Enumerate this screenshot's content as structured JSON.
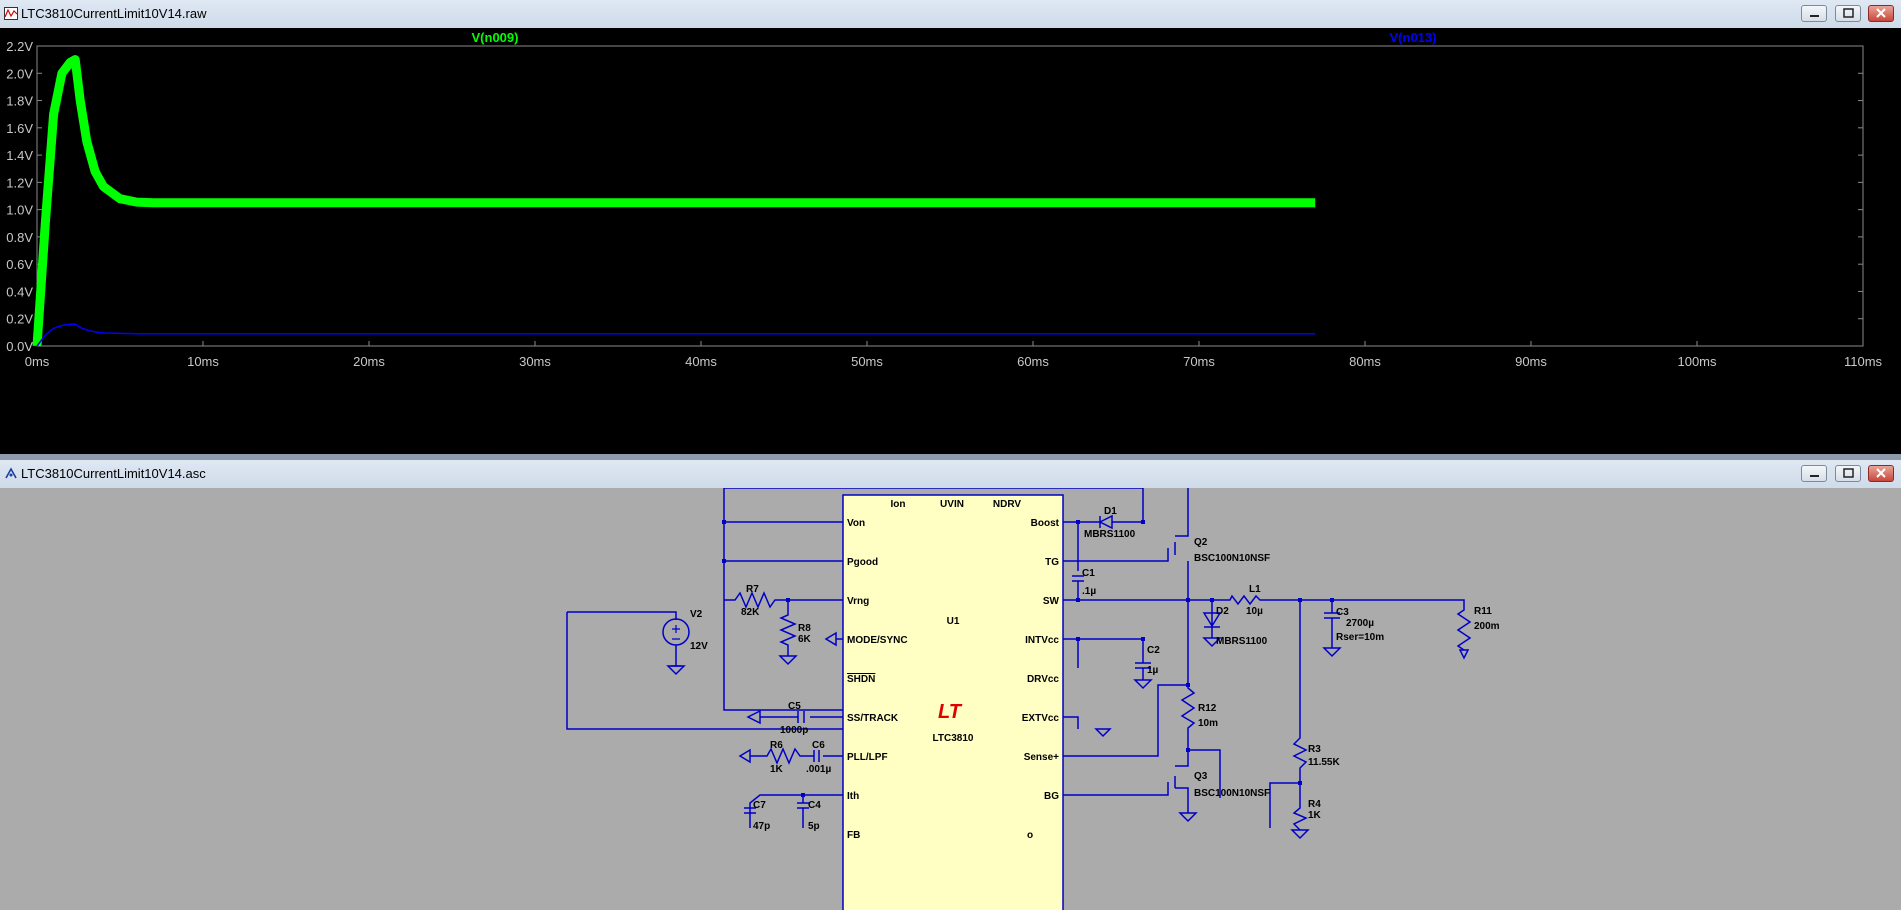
{
  "plot_window": {
    "title": "LTC3810CurrentLimit10V14.raw",
    "trace_labels": [
      "V(n009)",
      "V(n013)"
    ]
  },
  "schematic_window": {
    "title": "LTC3810CurrentLimit10V14.asc"
  },
  "chart_data": {
    "type": "line",
    "xlim": [
      0,
      110
    ],
    "ylim": [
      0,
      2.2
    ],
    "x_ticks": [
      "0ms",
      "10ms",
      "20ms",
      "30ms",
      "40ms",
      "50ms",
      "60ms",
      "70ms",
      "80ms",
      "90ms",
      "100ms",
      "110ms"
    ],
    "y_ticks": [
      "0.0V",
      "0.2V",
      "0.4V",
      "0.6V",
      "0.8V",
      "1.0V",
      "1.2V",
      "1.4V",
      "1.6V",
      "1.8V",
      "2.0V",
      "2.2V"
    ],
    "grid": false,
    "series": [
      {
        "name": "V(n009)",
        "color": "#00ff00",
        "x": [
          0,
          0.5,
          1,
          1.5,
          2,
          2.3,
          2.6,
          3,
          3.5,
          4,
          5,
          6,
          7,
          8,
          10,
          20,
          40,
          60,
          77
        ],
        "y": [
          0,
          0.9,
          1.7,
          2.0,
          2.08,
          2.1,
          1.8,
          1.5,
          1.28,
          1.17,
          1.08,
          1.055,
          1.05,
          1.05,
          1.05,
          1.05,
          1.05,
          1.05,
          1.05
        ]
      },
      {
        "name": "V(n013)",
        "color": "#0000ff",
        "x": [
          0,
          0.5,
          1,
          1.5,
          2,
          2.3,
          2.7,
          3.2,
          4,
          6,
          10,
          30,
          60,
          77
        ],
        "y": [
          0,
          0.08,
          0.13,
          0.15,
          0.16,
          0.16,
          0.13,
          0.11,
          0.095,
          0.09,
          0.09,
          0.09,
          0.09,
          0.09
        ]
      }
    ]
  },
  "schematic": {
    "ic": {
      "name": "U1",
      "part": "LTC3810",
      "logo": "LT",
      "top_pins": [
        "Ion",
        "UVIN",
        "NDRV"
      ],
      "left_pins": [
        "Von",
        "Pgood",
        "Vrng",
        "MODE/SYNC",
        "SHDN",
        "SS/TRACK",
        "PLL/LPF",
        "Ith",
        "FB"
      ],
      "right_pins": [
        "Boost",
        "TG",
        "SW",
        "INTVcc",
        "DRVcc",
        "EXTVcc",
        "Sense+",
        "BG"
      ]
    },
    "components": [
      {
        "ref": "D1",
        "value": "MBRS1100"
      },
      {
        "ref": "Q2",
        "value": "BSC100N10NSF"
      },
      {
        "ref": "C1",
        "value": ".1µ"
      },
      {
        "ref": "L1",
        "value": "10µ"
      },
      {
        "ref": "C3",
        "value": "2700µ"
      },
      {
        "ref": "C3_rser",
        "value": "Rser=10m"
      },
      {
        "ref": "R11",
        "value": "200m"
      },
      {
        "ref": "D2",
        "value": "MBRS1100"
      },
      {
        "ref": "C2",
        "value": "1µ"
      },
      {
        "ref": "R7",
        "value": "82K"
      },
      {
        "ref": "R8",
        "value": "6K"
      },
      {
        "ref": "V2",
        "value": "12V"
      },
      {
        "ref": "C5",
        "value": "1000p"
      },
      {
        "ref": "R12",
        "value": "10m"
      },
      {
        "ref": "R3",
        "value": "11.55K"
      },
      {
        "ref": "R6",
        "value": "1K"
      },
      {
        "ref": "C6",
        "value": ".001µ"
      },
      {
        "ref": "Q3",
        "value": "BSC100N10NSF"
      },
      {
        "ref": "R4",
        "value": "1K"
      },
      {
        "ref": "C7",
        "value": "47p"
      },
      {
        "ref": "C4",
        "value": "5p"
      }
    ],
    "extra_text": [
      "o"
    ]
  }
}
